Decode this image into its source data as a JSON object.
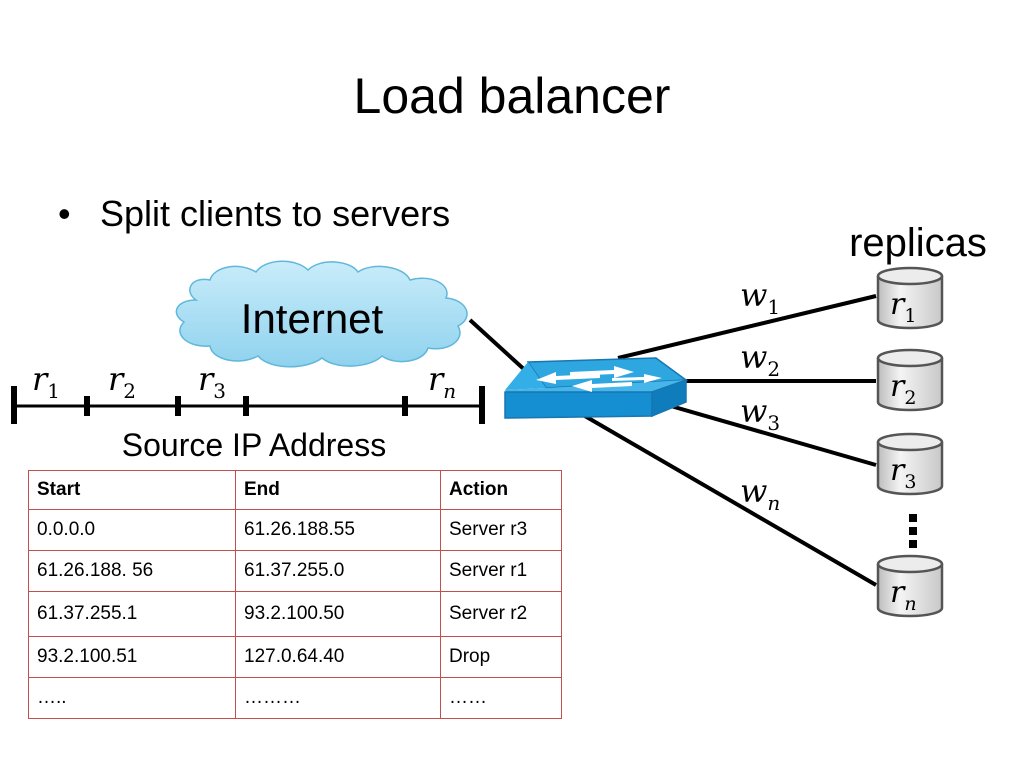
{
  "slide": {
    "title": "Load balancer",
    "bullet": "Split clients to servers",
    "bullet_marker": "•"
  },
  "diagram": {
    "cloud_label": "Internet",
    "replicas_label": "replicas",
    "axis_label": "Source IP Address",
    "range_labels": [
      {
        "base": "r",
        "sub": "1"
      },
      {
        "base": "r",
        "sub": "2"
      },
      {
        "base": "r",
        "sub": "3"
      },
      {
        "base": "r",
        "sub": "n"
      }
    ],
    "weights": [
      {
        "base": "w",
        "sub": "1"
      },
      {
        "base": "w",
        "sub": "2"
      },
      {
        "base": "w",
        "sub": "3"
      },
      {
        "base": "w",
        "sub": "n"
      }
    ],
    "replicas": [
      {
        "base": "r",
        "sub": "1"
      },
      {
        "base": "r",
        "sub": "2"
      },
      {
        "base": "r",
        "sub": "3"
      },
      {
        "base": "r",
        "sub": "n"
      }
    ],
    "colors": {
      "cloud_fill": "#a6dcf2",
      "cloud_stroke": "#5fb7da",
      "switch_top": "#2ea6e0",
      "switch_front": "#1a8fd0",
      "cylinder_fill": "#e9e9e9",
      "table_border": "#c0504d"
    }
  },
  "table": {
    "headers": [
      "Start",
      "End",
      "Action"
    ],
    "rows": [
      [
        "0.0.0.0",
        "61.26.188.55",
        "Server r3"
      ],
      [
        "61.26.188. 56",
        "61.37.255.0",
        "Server r1"
      ],
      [
        "61.37.255.1",
        "93.2.100.50",
        "Server r2"
      ],
      [
        "93.2.100.51",
        "127.0.64.40",
        "Drop"
      ],
      [
        "…..",
        "………",
        "……"
      ]
    ]
  }
}
